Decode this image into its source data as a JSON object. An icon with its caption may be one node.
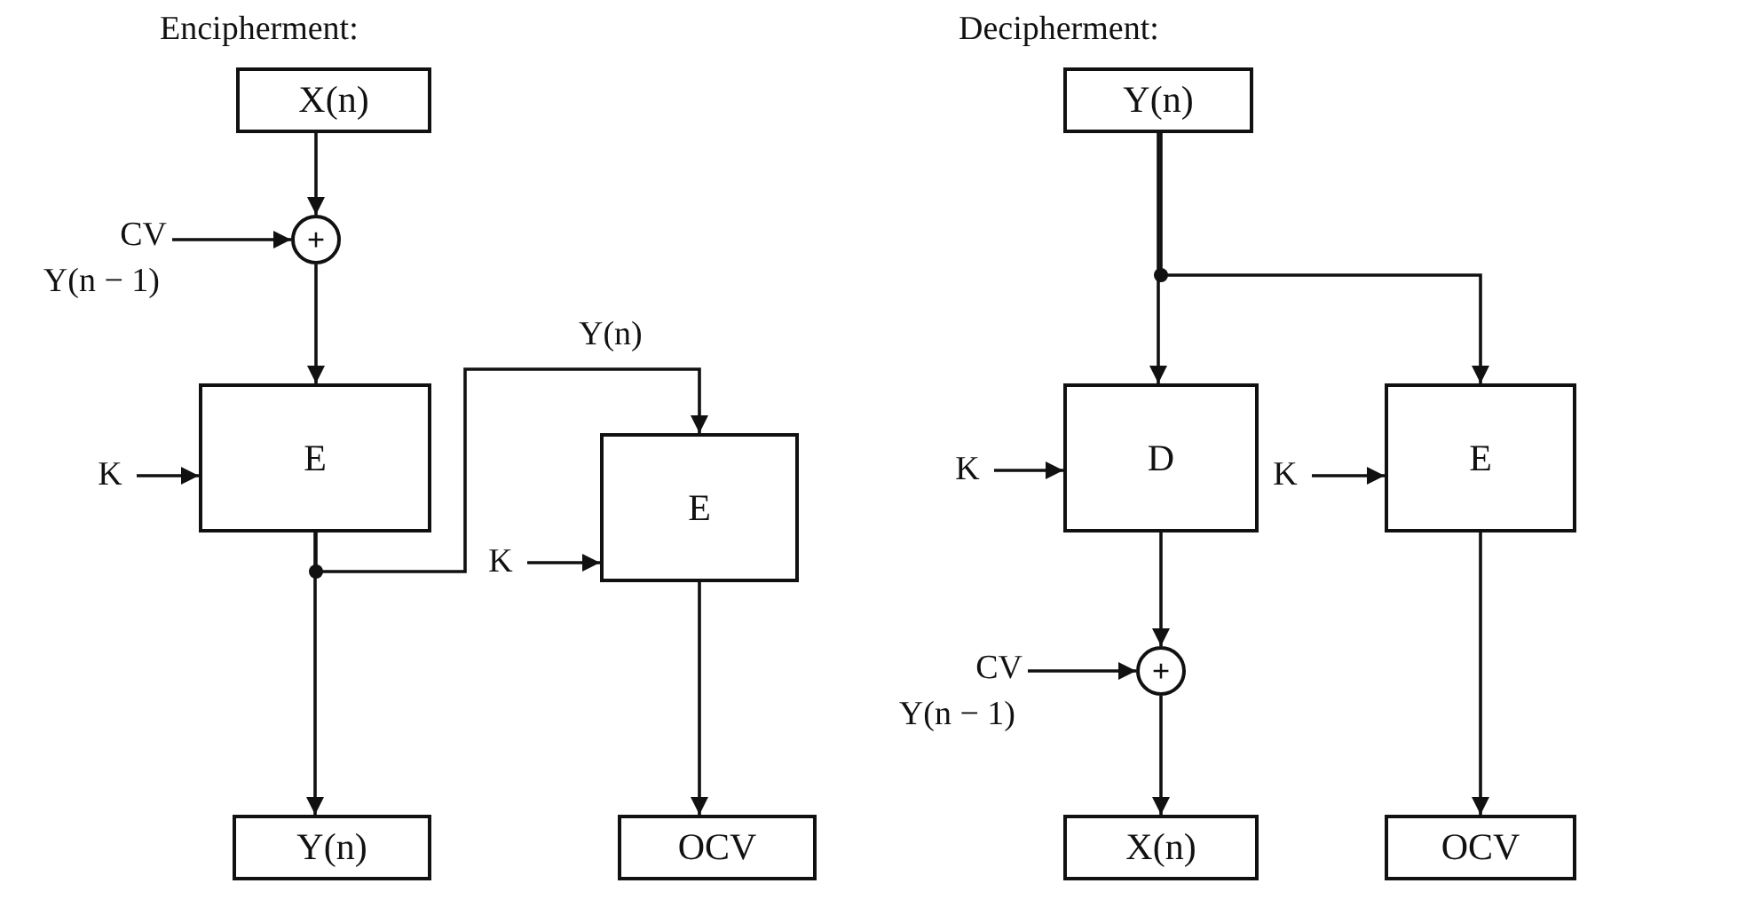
{
  "diagram": {
    "nodes": [
      {
        "text": [
          "X(n)"
        ]
      },
      {
        "text": [
          "+"
        ]
      },
      {
        "text": [
          "CV",
          "Y(n − 1)"
        ]
      },
      {
        "text": [
          "E"
        ]
      },
      {
        "text": [
          "K"
        ]
      },
      {
        "text": [
          "Y(n)"
        ]
      },
      {
        "text": [
          "E"
        ]
      },
      {
        "text": [
          "K"
        ]
      },
      {
        "text": [
          "OCV"
        ]
      },
      {
        "text": [
          "Y(n)"
        ]
      },
      {
        "text": [
          "D"
        ]
      },
      {
        "text": [
          "K"
        ]
      },
      {
        "text": [
          "E"
        ]
      },
      {
        "text": [
          "K"
        ]
      },
      {
        "text": [
          "+"
        ]
      },
      {
        "text": [
          "CV",
          "Y(n − 1)"
        ]
      },
      {
        "text": [
          "X(n)"
        ]
      },
      {
        "text": [
          "OCV"
        ]
      }
    ],
    "edges": [
      {
        "from": 0,
        "to": 1,
        "arrow": "to"
      },
      {
        "from": 2,
        "to": 1,
        "arrow": "to"
      },
      {
        "from": 1,
        "to": 3,
        "arrow": "to"
      },
      {
        "from": 4,
        "to": 3,
        "arrow": "to"
      },
      {
        "from": 3,
        "to": 5,
        "arrow": "to"
      },
      {
        "from": 3,
        "to": 6,
        "arrow": "to",
        "label": "Y(n)"
      },
      {
        "from": 7,
        "to": 6,
        "arrow": "to"
      },
      {
        "from": 6,
        "to": 8,
        "arrow": "to"
      },
      {
        "from": 9,
        "to": 10,
        "arrow": "to"
      },
      {
        "from": 9,
        "to": 12,
        "arrow": "to"
      },
      {
        "from": 11,
        "to": 10,
        "arrow": "to"
      },
      {
        "from": 13,
        "to": 12,
        "arrow": "to"
      },
      {
        "from": 10,
        "to": 14,
        "arrow": "to"
      },
      {
        "from": 15,
        "to": 14,
        "arrow": "to"
      },
      {
        "from": 14,
        "to": 16,
        "arrow": "to"
      },
      {
        "from": 12,
        "to": 17,
        "arrow": "to"
      }
    ],
    "labels": [
      "Encipherment:",
      "Decipherment:"
    ]
  }
}
